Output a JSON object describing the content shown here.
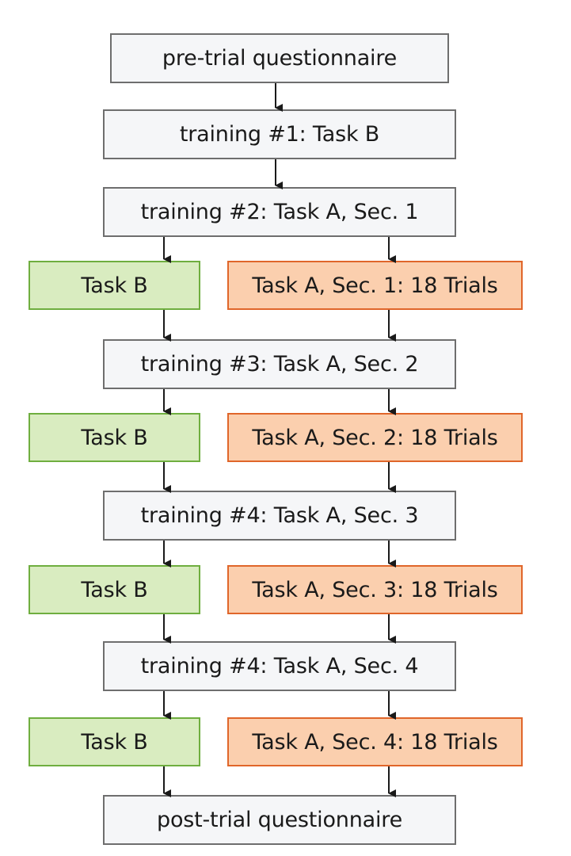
{
  "colors": {
    "neutral_fill": "#f5f6f8",
    "neutral_border": "#6e6e6e",
    "task_b_fill": "#d9ecc0",
    "task_b_border": "#6fae3f",
    "task_a_fill": "#fbcfae",
    "task_a_border": "#e0662a",
    "arrow": "#1a1a1a"
  },
  "steps": {
    "pre_trial": "pre-trial questionnaire",
    "training_1": "training #1: Task B",
    "training_2": "training #2: Task A, Sec. 1",
    "training_3": "training #3: Task A, Sec. 2",
    "training_4a": "training #4: Task A, Sec. 3",
    "training_4b": "training #4: Task A, Sec. 4",
    "post_trial": "post-trial questionnaire"
  },
  "parallel": {
    "task_b": [
      "Task B",
      "Task B",
      "Task B",
      "Task B"
    ],
    "task_a": [
      "Task A, Sec. 1: 18 Trials",
      "Task A, Sec. 2: 18 Trials",
      "Task A, Sec. 3: 18 Trials",
      "Task A, Sec. 4: 18 Trials"
    ]
  }
}
